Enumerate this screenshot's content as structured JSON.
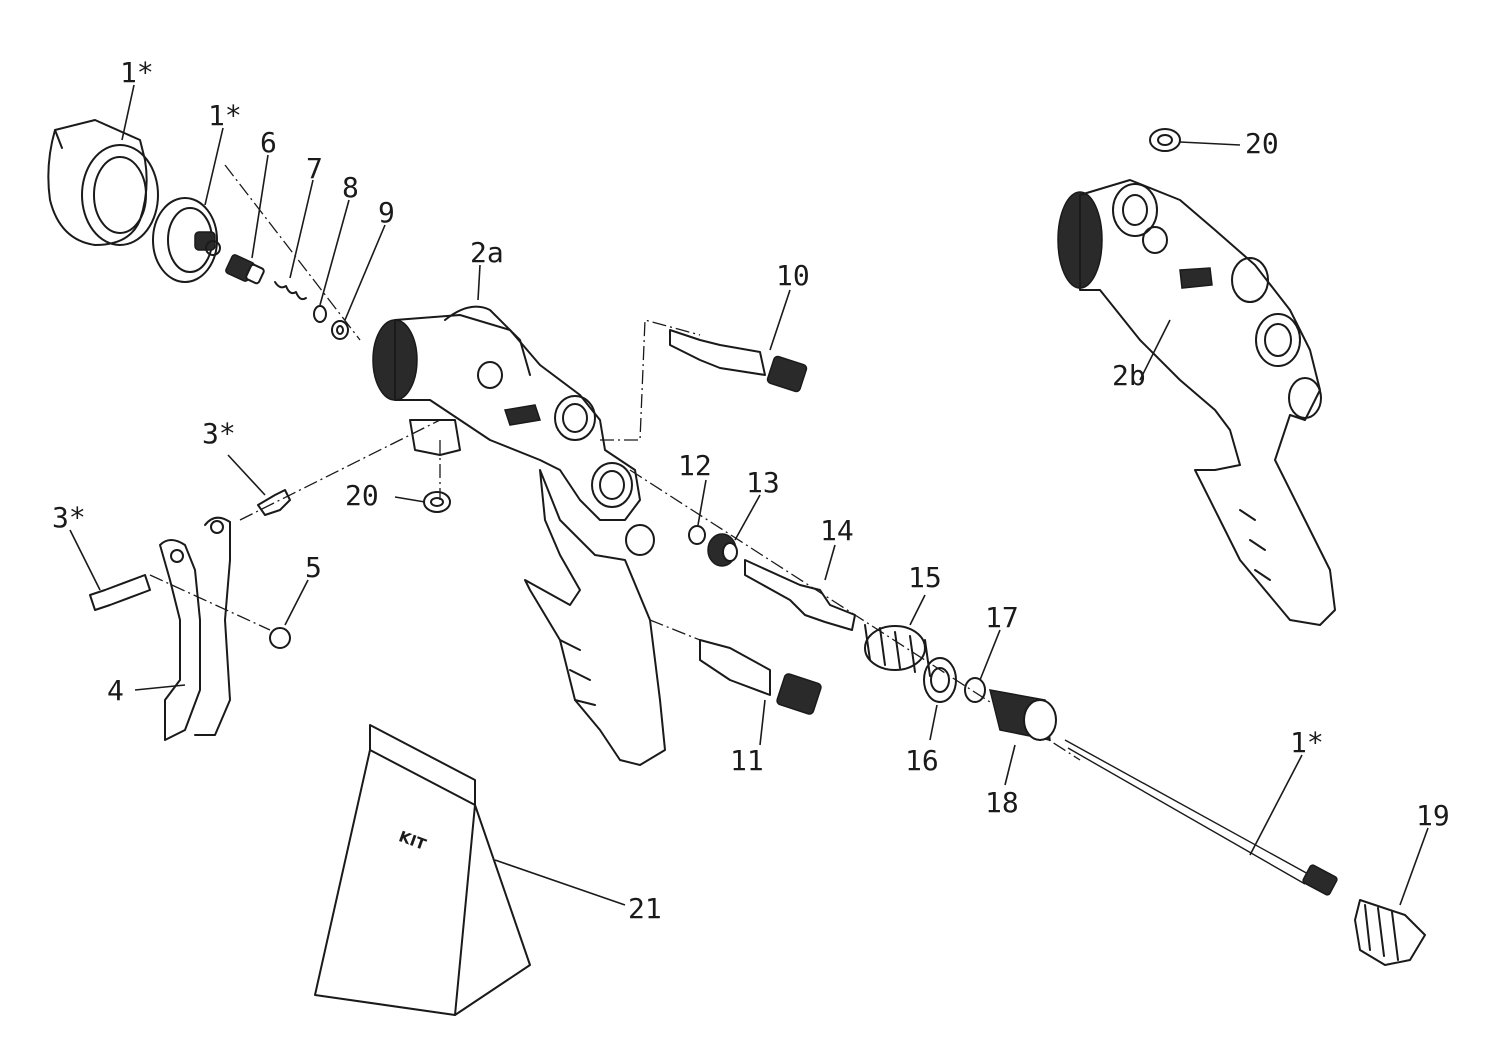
{
  "labels": {
    "p1_cap": "1*",
    "p1_nozzle": "1*",
    "p1_needle": "1*",
    "p2a": "2a",
    "p2b": "2b",
    "p3_screw_top": "3*",
    "p3_screw_left": "3*",
    "p4": "4",
    "p5": "5",
    "p6": "6",
    "p7": "7",
    "p8": "8",
    "p9": "9",
    "p10": "10",
    "p11": "11",
    "p12": "12",
    "p13": "13",
    "p14": "14",
    "p15": "15",
    "p16": "16",
    "p17": "17",
    "p18": "18",
    "p19": "19",
    "p20_top": "20",
    "p20_mid": "20",
    "p21": "21"
  },
  "kit_bag_text": "KIT",
  "colors": {
    "line": "#1a1a1a",
    "background": "#ffffff"
  }
}
